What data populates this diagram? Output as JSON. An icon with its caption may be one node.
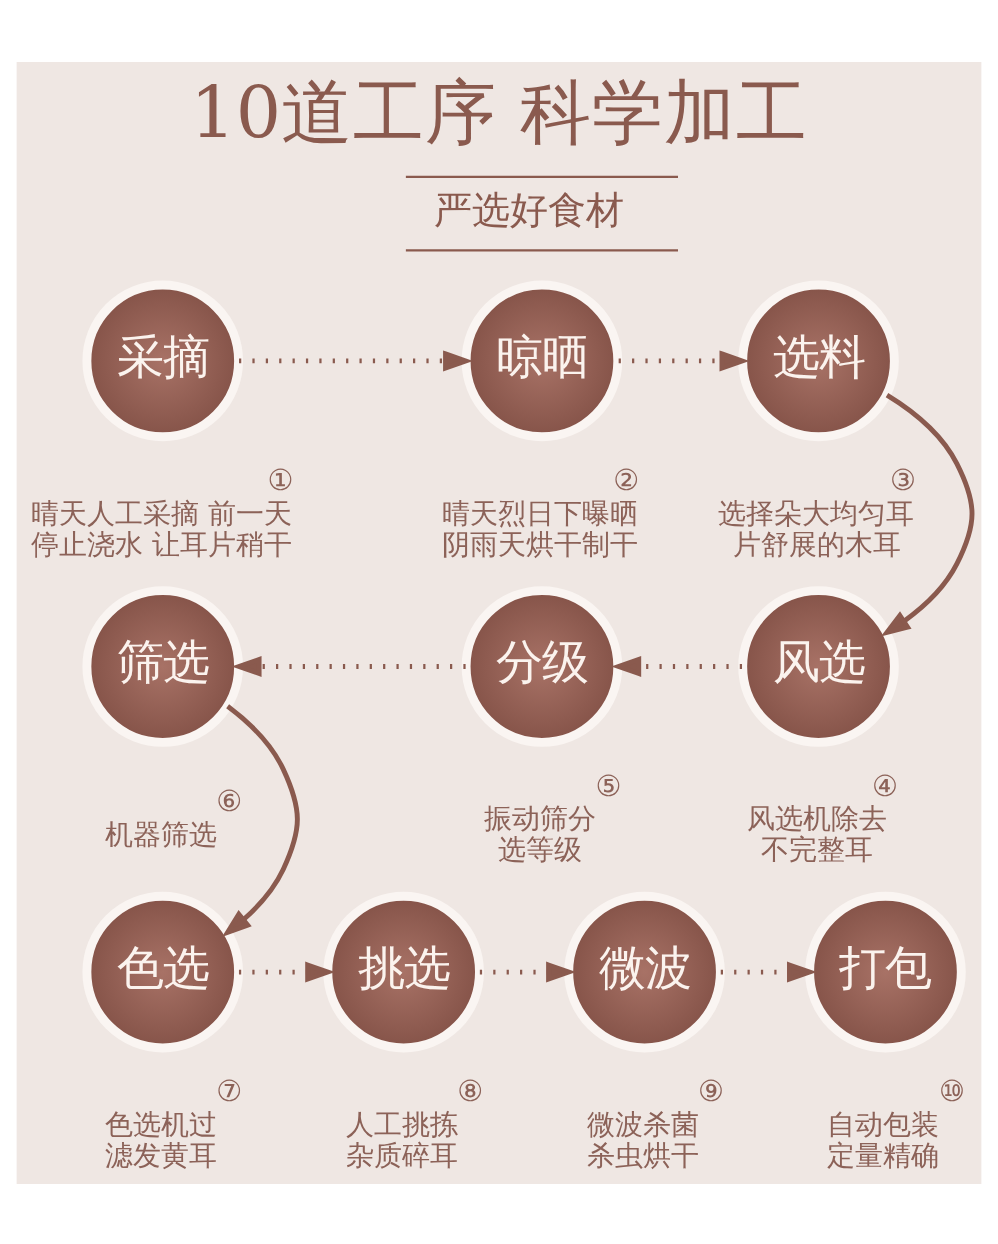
{
  "diagram": {
    "title": "10道工序 科学加工",
    "nodes": [
      {
        "text": [
          "采摘"
        ],
        "beside": [
          "①",
          "晴天人工采摘 前一天停止浇水 让耳片稍干"
        ]
      },
      {
        "text": [
          "晾晒"
        ],
        "beside": [
          "②",
          "晴天烈日下曝晒阴雨天烘干制干"
        ]
      },
      {
        "text": [
          "选料"
        ],
        "beside": [
          "③",
          "选择朵大均匀耳片舒展的木耳"
        ]
      },
      {
        "text": [
          "风选"
        ],
        "beside": [
          "④",
          "风选机除去不完整耳"
        ]
      },
      {
        "text": [
          "分级"
        ],
        "beside": [
          "⑤",
          "振动筛分选等级"
        ]
      },
      {
        "text": [
          "筛选"
        ],
        "beside": [
          "⑥",
          "机器筛选"
        ]
      },
      {
        "text": [
          "色选"
        ],
        "beside": [
          "⑦",
          "色选机过滤发黄耳"
        ]
      },
      {
        "text": [
          "挑选"
        ],
        "beside": [
          "⑧",
          "人工挑拣杂质碎耳"
        ]
      },
      {
        "text": [
          "微波"
        ],
        "beside": [
          "⑨",
          "微波杀菌杀虫烘干"
        ]
      },
      {
        "text": [
          "打包"
        ],
        "beside": [
          "⑩",
          "自动包装定量精确"
        ]
      }
    ],
    "edges": [
      {
        "from": 0,
        "to": 1,
        "arrow": "to",
        "style": "dashed"
      },
      {
        "from": 1,
        "to": 2,
        "arrow": "to",
        "style": "dashed"
      },
      {
        "from": 2,
        "to": 3,
        "arrow": "to"
      },
      {
        "from": 3,
        "to": 4,
        "arrow": "to",
        "style": "dashed"
      },
      {
        "from": 4,
        "to": 5,
        "arrow": "to",
        "style": "dashed"
      },
      {
        "from": 5,
        "to": 6,
        "arrow": "to"
      },
      {
        "from": 6,
        "to": 7,
        "arrow": "to",
        "style": "dashed"
      },
      {
        "from": 7,
        "to": 8,
        "arrow": "to",
        "style": "dashed"
      },
      {
        "from": 8,
        "to": 9,
        "arrow": "to",
        "style": "dashed"
      }
    ],
    "labels": [
      "严选好食材"
    ]
  }
}
